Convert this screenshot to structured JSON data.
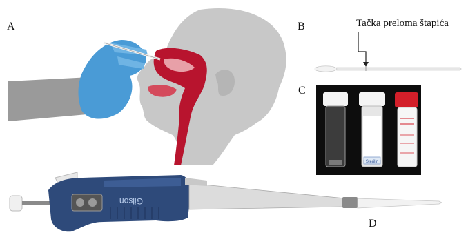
{
  "panels": {
    "a": {
      "label": "A"
    },
    "b": {
      "label": "B",
      "callout": "Tačka preloma štapića"
    },
    "c": {
      "label": "C",
      "tube_brand": "Sterilin"
    },
    "d": {
      "label": "D",
      "pipette_brand": "Gilson"
    }
  },
  "colors": {
    "head": "#c9c9c9",
    "nasal_cavity": "#b8142e",
    "glove": "#4a9bd6",
    "pipette_body": "#2e4a7a",
    "cap_red": "#d31f2a"
  }
}
